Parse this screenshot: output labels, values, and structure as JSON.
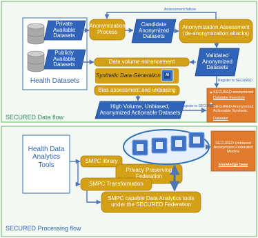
{
  "colors": {
    "panel_border": "#8fcf8f",
    "panel_bg": "#f3f8f3",
    "dataflow_bg": "#eaf3fb",
    "processing_bg": "#eef3fa",
    "node_gold": "#d4a017",
    "node_gold_border": "#a77b0b",
    "node_blue": "#2f64b8",
    "node_blue_border": "#1f4a8a",
    "node_orange": "#e07a2c",
    "node_orange_border": "#b25a18",
    "ellipse_border": "#2e70b8",
    "edge": "#4f76b3",
    "label_green": "#2e8b57"
  },
  "icons": {
    "database": "database-icon",
    "chip": "ai-chip-icon"
  },
  "sections": {
    "dataflow_title": "SECURED Data flow",
    "processing_title": "SECURED Processing flow"
  },
  "nodes": {
    "private_datasets": "Private Available Datasets",
    "public_datasets": "Publicly Available Datasets",
    "health_datasets": "Health Datasets",
    "anonymization_process": "Anonymization Process",
    "candidate_datasets": "Candidate Anonymized Datasets",
    "anonymization_assessment": "Anonymization Assessment (de-anonymization attacks)",
    "validated_datasets": "Validated Anonymized Datasets",
    "data_volume_enhancement": "Data volume enhancement",
    "synthetic_data_generation": "Synthetic Data Generation",
    "bias_assessment": "Bias assessment and unbiasing",
    "high_volume_datasets": "High Volume, Unbiased, Anonymized Actionable Datasets",
    "secured_inventory_title": "SECURED anonymized",
    "secured_inventory_link": "Datalake Inventory",
    "secured_synthetic_title": "SECURED Anonymized Actionable Synthetic",
    "secured_synthetic_link": "Datalake",
    "health_tools": "Health Data Analytics Tools",
    "smpc_library": "SMPC library",
    "privacy_federation": "Privacy Preserving Federation",
    "smpc_transformation": "SMPC Transformation",
    "smpc_tools": "SMPC capable Data Analytics tools under the SECURED Federation",
    "federated_models_title": "SECURED Unbiased Anonymized Federated Models",
    "federated_models_link": "knowledge base"
  },
  "edges": {
    "assessment_failure": "Assessment failure",
    "register_secured_1": "Register to SECURED",
    "register_secured_2": "Register to SECURED"
  },
  "chip_label": "AI"
}
